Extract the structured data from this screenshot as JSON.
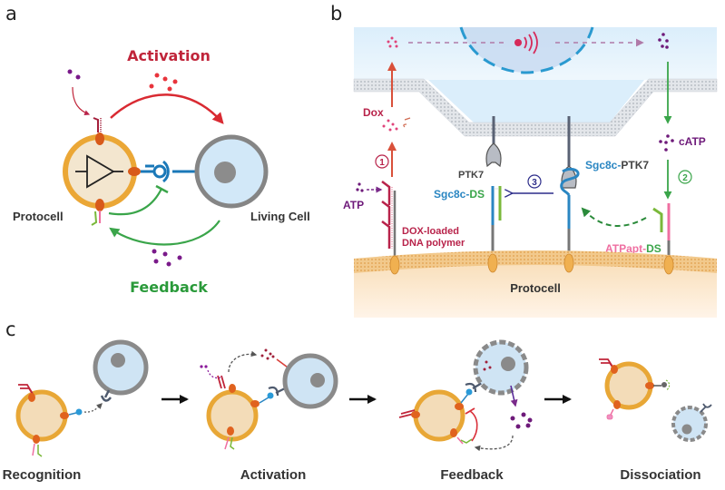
{
  "colors": {
    "protocell_fill": "#f3e3c4",
    "protocell_ring": "#e8a73a",
    "anchor": "#e0621e",
    "living_fill": "#cfe6f6",
    "living_ring": "#8c8c8c",
    "nucleus": "#8a8a8a",
    "activation_red": "#cc2a35",
    "dox_red": "#b8234a",
    "feedback_green": "#3aa54a",
    "atp_purple": "#6e1a7a",
    "sgc8c_blue": "#2a86c2",
    "ds_green": "#7ab83a",
    "aptamer_pink": "#ef6fa1",
    "step3_navy": "#2d2d8a",
    "dox_pink": "#e0447a"
  },
  "panel_a": {
    "label": "a",
    "activation": "Activation",
    "feedback": "Feedback",
    "protocell": "Protocell",
    "living_cell": "Living Cell"
  },
  "panel_b": {
    "label": "b",
    "dox": "Dox",
    "atp": "ATP",
    "catp": "cATP",
    "step1": "①",
    "step2": "②",
    "step3": "③",
    "ptk7": "PTK7",
    "sgc8c_ds_a": "Sgc8c-",
    "sgc8c_ds_b": "DS",
    "sgc8c_ptk7_a": "Sgc8c-",
    "sgc8c_ptk7_b": "PTK7",
    "atpapt_a": "ATPapt-",
    "atpapt_b": "DS",
    "dox_polymer_1": "DOX-loaded",
    "dox_polymer_2": "DNA polymer",
    "protocell": "Protocell"
  },
  "panel_c": {
    "label": "c",
    "stages": [
      "Recognition",
      "Activation",
      "Feedback",
      "Dissociation"
    ]
  }
}
